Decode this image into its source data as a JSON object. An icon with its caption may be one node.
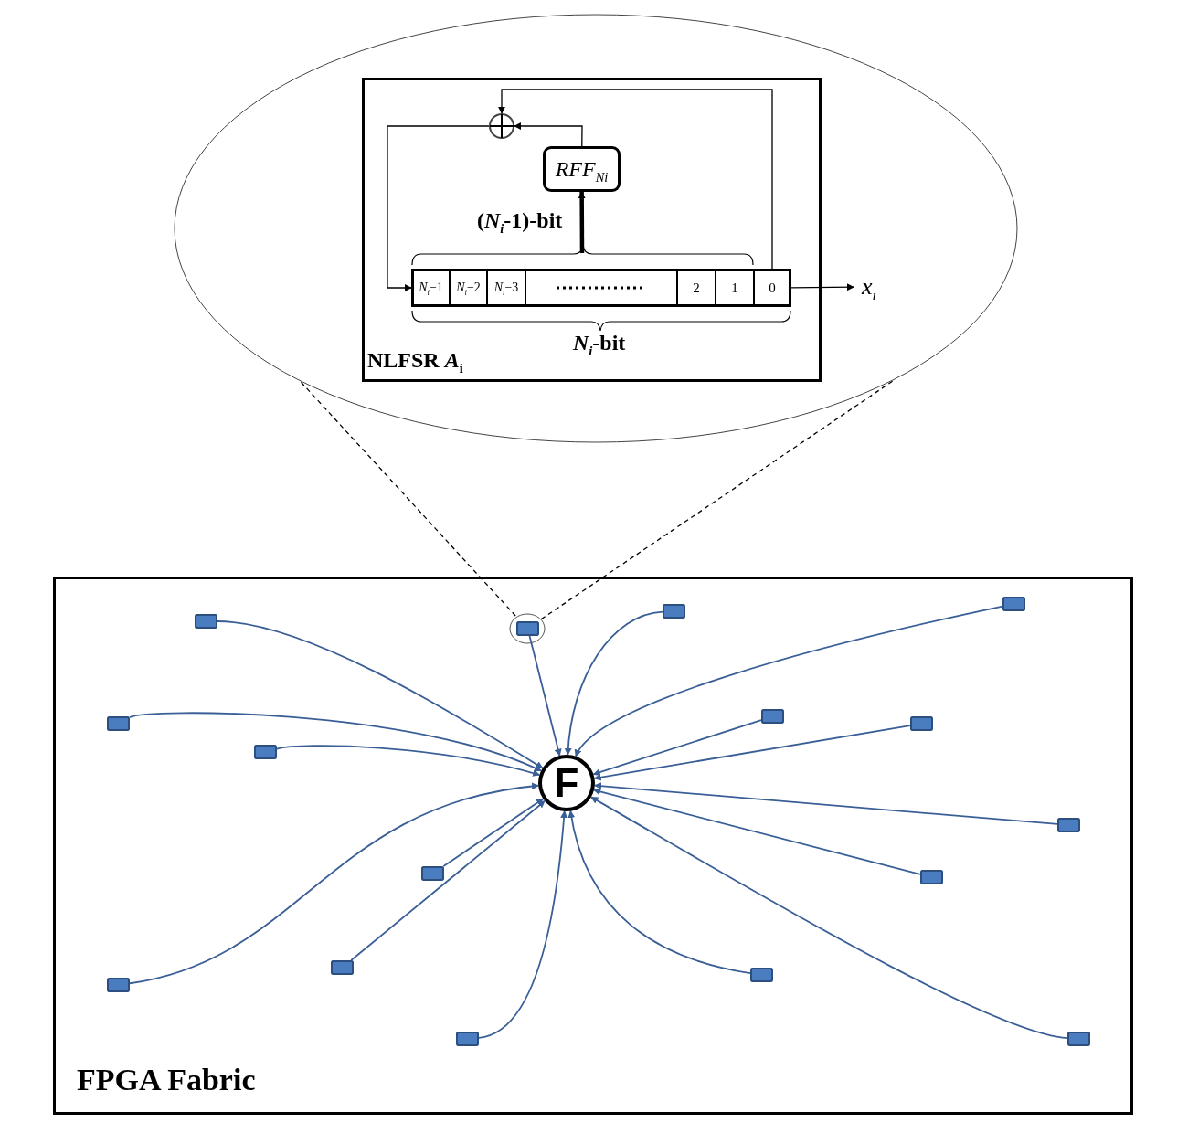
{
  "diagram": {
    "nodes": [
      {
        "text": [],
        "shape": "ellipse"
      },
      {
        "text": [
          "NLFSR *A*$_{i}$"
        ],
        "in": 0
      },
      {
        "text": [],
        "shape": "circle",
        "in": 1
      },
      {
        "text": [
          "RFF$_{Ni}$"
        ],
        "in": 1
      },
      {
        "text": [],
        "shape": "box",
        "in": 1
      },
      {
        "text": [
          "*N*$_{i}$−1"
        ],
        "in": 4
      },
      {
        "text": [
          "*N*$_{i}$−2"
        ],
        "in": 4
      },
      {
        "text": [
          "*N*$_{i}$−3"
        ],
        "in": 4
      },
      {
        "text": [],
        "shape": "box",
        "in": 4
      },
      {
        "text": [
          "2"
        ],
        "in": 4
      },
      {
        "text": [
          "1"
        ],
        "in": 4
      },
      {
        "text": [
          "0"
        ],
        "in": 4
      },
      {
        "text": [
          "x$_{i}$"
        ],
        "in": 0
      },
      {
        "text": [
          "FPGA Fabric"
        ]
      },
      {
        "text": [
          "F"
        ],
        "in": 13
      },
      {
        "text": [],
        "shape": "ellipse",
        "in": 13
      },
      {
        "text": [],
        "shape": "box",
        "in": 15
      },
      {
        "text": [],
        "shape": "box",
        "in": 13
      },
      {
        "text": [],
        "shape": "box",
        "in": 13
      },
      {
        "text": [],
        "shape": "box",
        "in": 13
      },
      {
        "text": [],
        "shape": "box",
        "in": 13
      },
      {
        "text": [],
        "shape": "box",
        "in": 13
      },
      {
        "text": [],
        "shape": "box",
        "in": 13
      },
      {
        "text": [],
        "shape": "box",
        "in": 13
      },
      {
        "text": [],
        "shape": "box",
        "in": 13
      },
      {
        "text": [],
        "shape": "box",
        "in": 13
      },
      {
        "text": [],
        "shape": "box",
        "in": 13
      },
      {
        "text": [],
        "shape": "box",
        "in": 13
      },
      {
        "text": [],
        "shape": "box",
        "in": 13
      },
      {
        "text": [],
        "shape": "box",
        "in": 13
      },
      {
        "text": [],
        "shape": "box",
        "in": 13
      },
      {
        "text": [],
        "shape": "box",
        "in": 13
      }
    ],
    "edges": [
      {
        "from": 3,
        "to": 2,
        "arrow": "to",
        "color": "#000000"
      },
      {
        "from": 11,
        "to": 2,
        "arrow": "to",
        "color": "#000000"
      },
      {
        "from": 2,
        "to": 5,
        "arrow": "to",
        "color": "#000000"
      },
      {
        "from": 11,
        "to": 12,
        "arrow": "to",
        "color": "#000000"
      },
      {
        "from": null,
        "to": 3,
        "arrow": "to",
        "style": "thick",
        "color": "#000000"
      },
      {
        "from": 0,
        "to": 15,
        "arrow": "none",
        "style": "dashed",
        "color": "#000000"
      },
      {
        "from": 0,
        "to": 15,
        "arrow": "none",
        "style": "dashed",
        "color": "#000000"
      },
      {
        "from": 16,
        "to": 14,
        "arrow": "to"
      },
      {
        "from": 17,
        "to": 14,
        "arrow": "to"
      },
      {
        "from": 18,
        "to": 14,
        "arrow": "to"
      },
      {
        "from": 19,
        "to": 14,
        "arrow": "to"
      },
      {
        "from": 20,
        "to": 14,
        "arrow": "to"
      },
      {
        "from": 21,
        "to": 14,
        "arrow": "to"
      },
      {
        "from": 22,
        "to": 14,
        "arrow": "to"
      },
      {
        "from": 23,
        "to": 14,
        "arrow": "to"
      },
      {
        "from": 24,
        "to": 14,
        "arrow": "to"
      },
      {
        "from": 25,
        "to": 14,
        "arrow": "to"
      },
      {
        "from": 26,
        "to": 14,
        "arrow": "to"
      },
      {
        "from": 27,
        "to": 14,
        "arrow": "to"
      },
      {
        "from": 28,
        "to": 14,
        "arrow": "to"
      },
      {
        "from": 29,
        "to": 14,
        "arrow": "to"
      },
      {
        "from": 30,
        "to": 14,
        "arrow": "to"
      },
      {
        "from": 31,
        "to": 14,
        "arrow": "to"
      }
    ],
    "labels": [
      "(*N*$_{i}$-1)-bit",
      "*N*$_{i}$-bit"
    ]
  }
}
